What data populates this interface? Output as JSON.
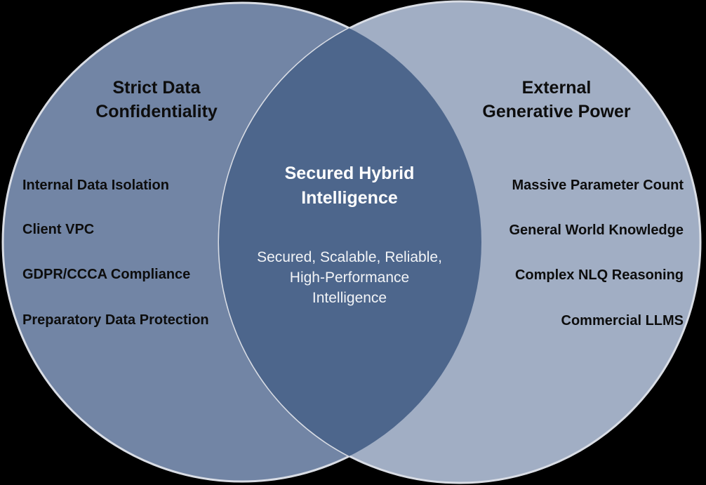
{
  "diagram": {
    "type": "venn-2-circle",
    "background_color": "#000000",
    "left_circle": {
      "fill_color": "#7285a5",
      "outline_color": "#d9dde5",
      "heading": "Strict Data\nConfidentiality",
      "items": [
        "Internal Data Isolation",
        "Client VPC",
        "GDPR/CCCA Compliance",
        "Preparatory Data Protection"
      ]
    },
    "right_circle": {
      "fill_color": "#a1aec4",
      "outline_color": "#d9dde5",
      "heading": "External\nGenerative Power",
      "items": [
        "Massive Parameter Count",
        "General World Knowledge",
        "Complex NLQ Reasoning",
        "Commercial LLMS"
      ]
    },
    "intersection": {
      "fill_color": "#4d668c",
      "title": "Secured Hybrid\nIntelligence",
      "subtitle": "Secured, Scalable, Reliable,\nHigh-Performance\nIntelligence",
      "text_color": "#ffffff"
    }
  }
}
